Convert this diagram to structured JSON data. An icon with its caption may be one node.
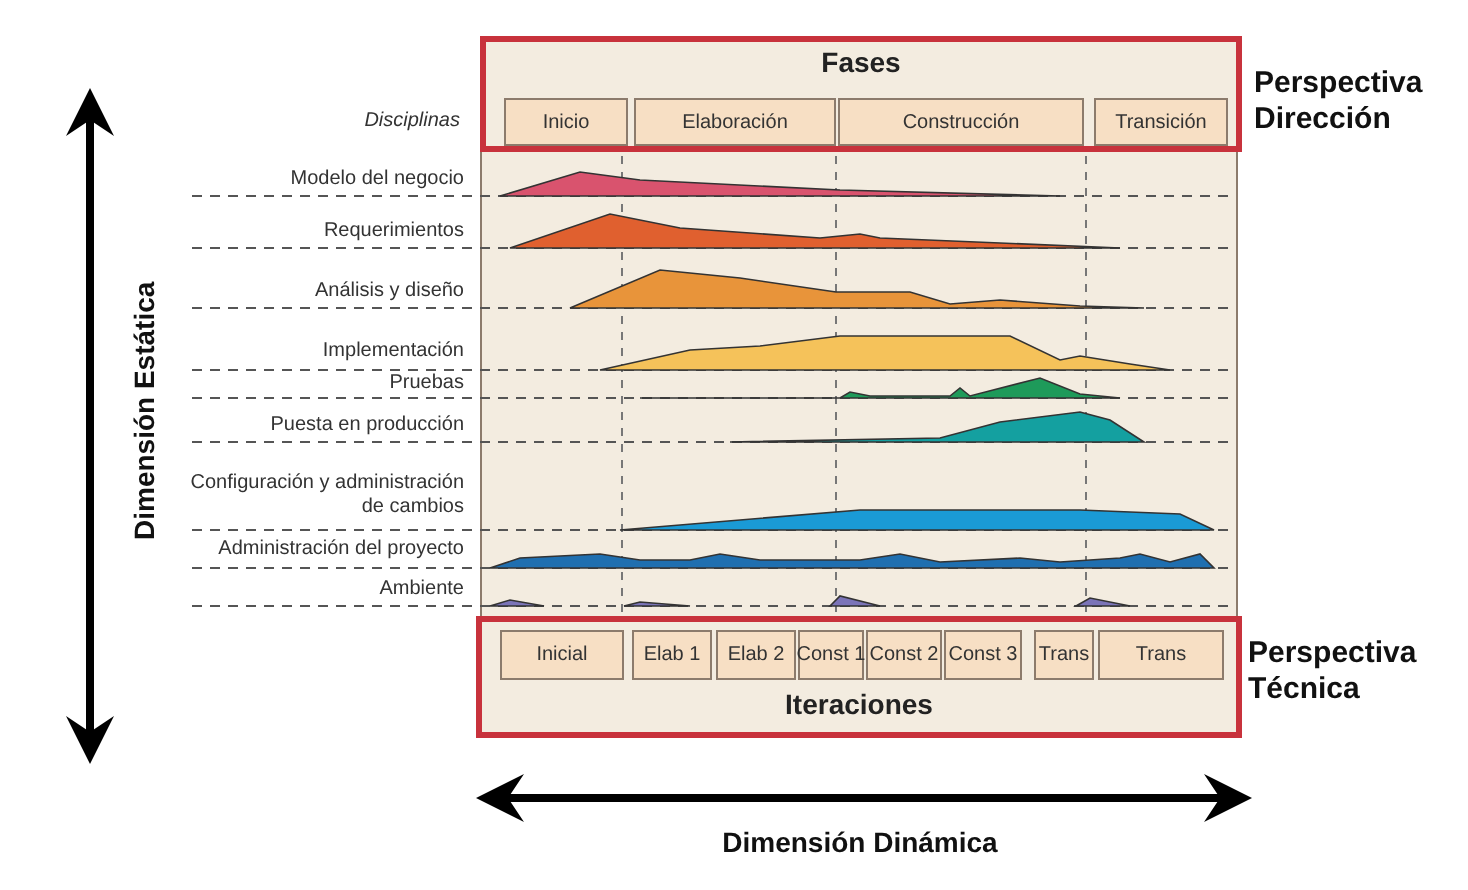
{
  "diagram": {
    "nodes": [
      {
        "text": [
          "Fases"
        ]
      },
      {
        "text": [
          "Inicio"
        ],
        "in": 0
      },
      {
        "text": [
          "Elaboración"
        ],
        "in": 0
      },
      {
        "text": [
          "Construcción"
        ],
        "in": 0
      },
      {
        "text": [
          "Transición"
        ],
        "in": 0
      },
      {
        "text": [
          "Iteraciones"
        ]
      },
      {
        "text": [
          "Inicial"
        ],
        "in": 5
      },
      {
        "text": [
          "Elab 1"
        ],
        "in": 5
      },
      {
        "text": [
          "Elab 2"
        ],
        "in": 5
      },
      {
        "text": [
          "Const 1"
        ],
        "in": 5
      },
      {
        "text": [
          "Const 2"
        ],
        "in": 5
      },
      {
        "text": [
          "Const 3"
        ],
        "in": 5
      },
      {
        "text": [
          "Trans"
        ],
        "in": 5
      },
      {
        "text": [
          "Trans"
        ],
        "in": 5
      }
    ],
    "edges": [],
    "labels": [
      "Perspectiva Dirección",
      "Disciplinas",
      "Modelo del negocio",
      "Requerimientos",
      "Análisis y diseño",
      "Implementación",
      "Pruebas",
      "Puesta en producción",
      "Configuración y administración de cambios",
      "Administración del proyecto",
      "Ambiente",
      "Dimensión Estática",
      "Perspectiva Técnica",
      "Dimensión Dinámica"
    ]
  }
}
